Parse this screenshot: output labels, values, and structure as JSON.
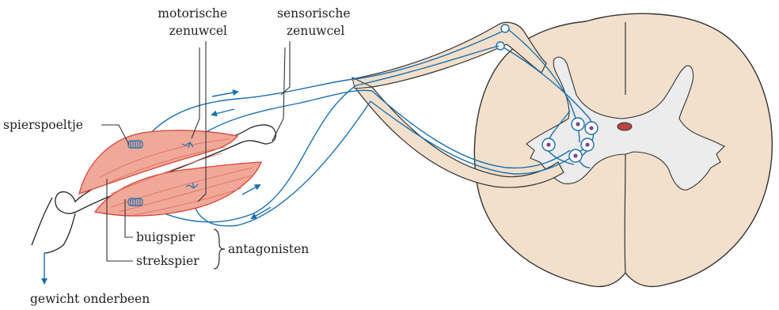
{
  "labels": {
    "motor_neuron": [
      "motorische",
      "zenuwcel"
    ],
    "sensory_neuron": [
      "sensorische",
      "zenuwcel"
    ],
    "muscle_spindle": "spierspoeltje",
    "flexor": "buigspier",
    "extensor": "strekspier",
    "antagonists": "antagonisten",
    "weight": "gewicht onderbeen"
  },
  "colors": {
    "nerve": "#1b6fad",
    "muscle_fill": "#f0a898",
    "muscle_stroke": "#d8453a",
    "muscle_stripe": "#e06a58",
    "cord_fill": "#f2e0cc",
    "grey_matter": "#ececec",
    "cell_nucleus": "#7a4a8c",
    "canal": "#b84444",
    "outline": "#333333"
  }
}
